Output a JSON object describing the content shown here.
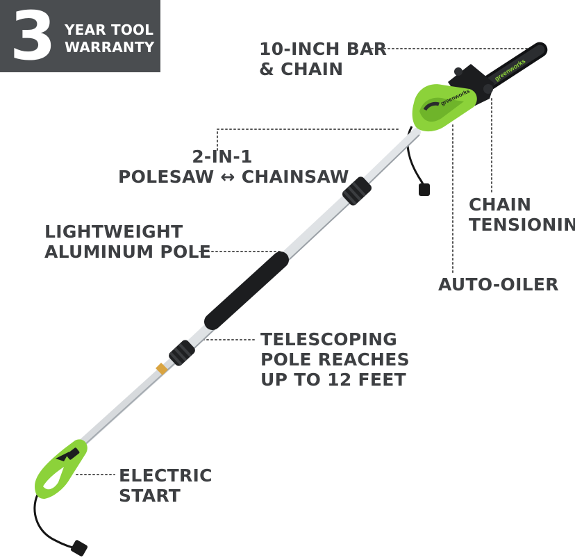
{
  "badge": {
    "number": "3",
    "line1": "YEAR TOOL",
    "line2": "WARRANTY"
  },
  "callouts": {
    "bar_chain": [
      "10-INCH BAR",
      "& CHAIN"
    ],
    "two_in_one": [
      "2-IN-1",
      "POLESAW ↔ CHAINSAW"
    ],
    "chain_tensioning": [
      "CHAIN",
      "TENSIONING"
    ],
    "lightweight_pole": [
      "LIGHTWEIGHT",
      "ALUMINUM POLE"
    ],
    "auto_oiler": [
      "AUTO-OILER"
    ],
    "telescoping": [
      "TELESCOPING",
      "POLE REACHES",
      "UP TO 12 FEET"
    ],
    "electric_start": [
      "ELECTRIC",
      "START"
    ]
  },
  "product": {
    "bar_brand": "greenworks",
    "head_brand": "greenworks"
  },
  "colors": {
    "badge_bg": "#4a4d50",
    "label_text": "#3d3f42",
    "tool_green": "#8cd23a",
    "pole_silver": "#d9dcdf",
    "grip_black": "#1c1d1f",
    "leader_dots": "#555555"
  }
}
